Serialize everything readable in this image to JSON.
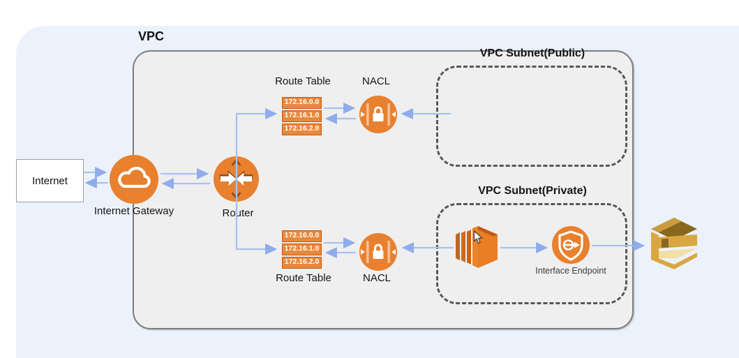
{
  "colors": {
    "accent_orange": "#E8802E",
    "arrow_blue": "#A8C0F2",
    "panel_bg": "#ECF2FC",
    "vpc_fill": "#EFEFEF",
    "vpc_border": "#7E7E7E",
    "subnet_border": "#575757",
    "route_row_fill": "#E9883B",
    "route_row_border": "#C05A14",
    "gold_icon": "#D9A741"
  },
  "vpc": {
    "label": "VPC"
  },
  "internet": {
    "label": "Internet"
  },
  "internet_gateway": {
    "label": "Internet Gateway",
    "icon": "cloud-icon"
  },
  "router": {
    "label": "Router",
    "icon": "router-arrows-icon"
  },
  "route_table_top": {
    "label": "Route Table",
    "entries": [
      "172.16.0.0",
      "172.16.1.0",
      "172.16.2.0"
    ]
  },
  "route_table_bottom": {
    "label": "Route Table",
    "entries": [
      "172.16.0.0",
      "172.16.1.0",
      "172.16.2.0"
    ]
  },
  "nacl_top": {
    "label": "NACL",
    "icon": "lock-icon"
  },
  "nacl_bottom": {
    "label": "NACL",
    "icon": "lock-icon"
  },
  "subnet_public": {
    "label": "VPC Subnet(Public)"
  },
  "subnet_private": {
    "label": "VPC Subnet(Private)"
  },
  "ec2_instance": {
    "icon": "ec2-instances-icon"
  },
  "interface_endpoint": {
    "label": "Interface Endpoint",
    "icon": "shield-arrow-icon"
  },
  "aws_service": {
    "icon": "sqs-hexagon-icon"
  },
  "cursor": {
    "icon": "mouse-pointer-icon"
  }
}
